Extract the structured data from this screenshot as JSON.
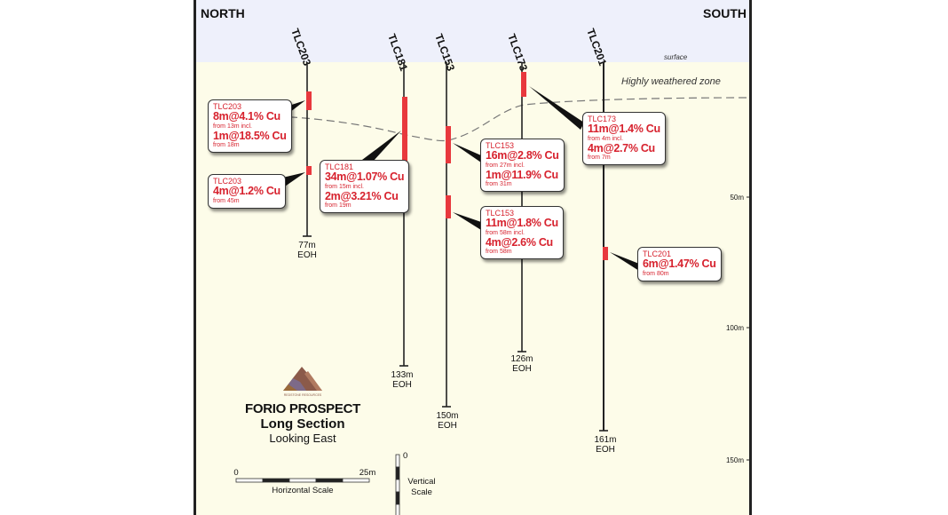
{
  "header": {
    "left": "NORTH",
    "right": "SOUTH",
    "surface_label": "surface"
  },
  "zone_label": "Highly weathered zone",
  "colors": {
    "intercept": "#e8383d",
    "callout_text": "#d7222e",
    "header_bg": "#eef0fb",
    "body_bg": "#fdfce9"
  },
  "holes": [
    {
      "id": "TLC203",
      "eoh_depth": "77m",
      "eoh_label": "EOH"
    },
    {
      "id": "TLC181",
      "eoh_depth": "133m",
      "eoh_label": "EOH"
    },
    {
      "id": "TLC153",
      "eoh_depth": "150m",
      "eoh_label": "EOH"
    },
    {
      "id": "TLC173",
      "eoh_depth": "126m",
      "eoh_label": "EOH"
    },
    {
      "id": "TLC201",
      "eoh_depth": "161m",
      "eoh_label": "EOH"
    }
  ],
  "callouts": [
    {
      "hole": "TLC203",
      "lines": [
        {
          "main": "8m@4.1% Cu",
          "sub": "from 13m incl."
        },
        {
          "main": "1m@18.5% Cu",
          "sub": "from 18m"
        }
      ]
    },
    {
      "hole": "TLC203",
      "lines": [
        {
          "main": "4m@1.2% Cu",
          "sub": "from 45m"
        }
      ]
    },
    {
      "hole": "TLC181",
      "lines": [
        {
          "main": "34m@1.07% Cu",
          "sub": "from 15m incl."
        },
        {
          "main": "2m@3.21% Cu",
          "sub": "from 19m"
        }
      ]
    },
    {
      "hole": "TLC153",
      "lines": [
        {
          "main": "16m@2.8% Cu",
          "sub": "from 27m incl."
        },
        {
          "main": "1m@11.9% Cu",
          "sub": "from 31m"
        }
      ]
    },
    {
      "hole": "TLC153",
      "lines": [
        {
          "main": "11m@1.8% Cu",
          "sub": "from 58m incl."
        },
        {
          "main": "4m@2.6% Cu",
          "sub": "from 58m"
        }
      ]
    },
    {
      "hole": "TLC173",
      "lines": [
        {
          "main": "11m@1.4% Cu",
          "sub": "from 4m incl."
        },
        {
          "main": "4m@2.7% Cu",
          "sub": "from 7m"
        }
      ]
    },
    {
      "hole": "TLC201",
      "lines": [
        {
          "main": "6m@1.47% Cu",
          "sub": "from 80m"
        }
      ]
    }
  ],
  "depth_axis": {
    "ticks": [
      "50m",
      "100m",
      "150m"
    ]
  },
  "title": {
    "line1": "FORIO PROSPECT",
    "line2": "Long Section",
    "line3": "Looking East"
  },
  "logo": {
    "text": "REDSTONE RESOURCES"
  },
  "horizontal_scale": {
    "start": "0",
    "end": "25m",
    "label": "Horizontal Scale"
  },
  "vertical_scale": {
    "start": "0",
    "label_line1": "Vertical",
    "label_line2": "Scale"
  }
}
